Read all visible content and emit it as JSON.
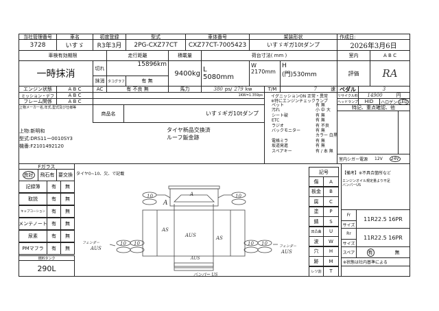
{
  "header": {
    "labels": [
      "当社管理番号",
      "車名",
      "初度登録",
      "型式",
      "車体番号",
      "架装形状",
      "作成日:"
    ],
    "values": [
      "3728",
      "いすゞ",
      "R3年3月",
      "2PG-CXZ77CT",
      "CXZ77CT-7005423",
      "いすゞギガ10tダンプ",
      "2026年3月6日"
    ]
  },
  "row2": {
    "inspection_label": "車検有効期限",
    "mileage_label": "走行距離",
    "load_label": "積載量",
    "bed_label": "荷台寸法( mm )",
    "interior_label": "室内",
    "interior_grade": "A B C",
    "interior_selected": "B"
  },
  "block": {
    "inspection_value": "一時抹消",
    "expired_label": "切れ",
    "mileage": "15896km",
    "cancel_label": "抹消",
    "tacho_label": "タコグラフ",
    "tacho_value": "有 無",
    "load": "9400kg",
    "L_label": "L",
    "L": "5080mm",
    "W_label": "W",
    "W": "2170mm",
    "H_label": "H",
    "H": "(門)530mm",
    "rating_label": "評価",
    "rating": "RA"
  },
  "engine": {
    "label": "エンジン状態",
    "grade": "A B C",
    "ac_label": "AC",
    "ac_value": "有 不良 無",
    "hp_label": "馬力",
    "hp_ps": "380",
    "ps_unit": "ps/",
    "hp_kw": "279",
    "kw_unit": "kw",
    "tm_label": "T/M",
    "speeds": "7",
    "speed_unit": "速",
    "pedal_label": "ペダル",
    "pedal": "3"
  },
  "mission": {
    "label": "ミッション・デフ",
    "grade": "A B C",
    "conversion": "1KW=1.359ps",
    "recycle_label": "リサイクル料",
    "recycle": "14900",
    "yen": "円"
  },
  "frame": {
    "label": "フレーム関係",
    "grade": "A B C",
    "headlamp_label": "ヘッドランプ",
    "hid": "HID",
    "halogen": "ハロゲン",
    "led": "LED"
  },
  "body": {
    "maker_label": "上物メーカー名,年式,型式及び仕様等",
    "product_label": "商品名",
    "product": "いすゞギガ10tダンプ",
    "lines": [
      "上物:新明和",
      "型式:DRS11ー0010SY3",
      "機番:F2101492120"
    ],
    "notes": [
      "タイヤ新品交換済",
      "ルーフ鈑金跡"
    ]
  },
  "equipment": {
    "header": [
      "イグニッションON 正常・異常",
      "※特にエンジンチェックランプ"
    ],
    "items": [
      [
        "ペット",
        "有 無"
      ],
      [
        "汚れ",
        "小 中 大"
      ],
      [
        "シート破",
        "有 無"
      ],
      [
        "ETC",
        "有 無"
      ],
      [
        "ラジオ",
        "有 不良"
      ],
      [
        "バックモニター",
        "有 無"
      ],
      [
        "",
        "カラー 白黒"
      ],
      [
        "電格ミラ",
        "有 無"
      ],
      [
        "坂道発進",
        "有 無"
      ],
      [
        "スペアキー",
        "有 / 本 無"
      ]
    ]
  },
  "special": {
    "label": "特記、重点確認、他",
    "cigar_label": "室内シガー電源",
    "v12": "12V",
    "v24": "24V"
  },
  "glass": {
    "label": "Fガラス",
    "options": [
      "良好",
      "飛石有",
      "要交換"
    ],
    "items": [
      [
        "記録簿",
        "有",
        "無"
      ],
      [
        "取説",
        "有",
        "無"
      ],
      [
        "キャプコーション",
        "有",
        "無"
      ],
      [
        "メンテノート",
        "有",
        "無"
      ],
      [
        "尿素",
        "有",
        "無"
      ],
      [
        "PMマフラ",
        "有",
        "無"
      ]
    ],
    "fuel_label": "燃料タンク",
    "fuel": "290L"
  },
  "diagram": {
    "instruction": "タイヤ0~10、欠、で記載",
    "tire": "10",
    "marks": [
      "A",
      "A",
      "AS",
      "AUS",
      "AS",
      "AUS"
    ],
    "fender_left": "フェンダー",
    "fender_right": "フェンダー",
    "fender_mark": "AUS",
    "bumper": "バンパー US"
  },
  "legend": {
    "title": "記号",
    "items": [
      [
        "傷",
        "A"
      ],
      [
        "板金",
        "B"
      ],
      [
        "腐",
        "C"
      ],
      [
        "塗",
        "P"
      ],
      [
        "錆",
        "S"
      ],
      [
        "凹凸曲",
        "U"
      ],
      [
        "波",
        "W"
      ],
      [
        "穴",
        "H"
      ],
      [
        "跡",
        "M"
      ],
      [
        "レツ割",
        "T"
      ]
    ]
  },
  "remarks": {
    "title": "【備考】※不具合箇所など",
    "lines": [
      "エンジンオイル規定量より不足",
      "バンパーUS"
    ],
    "fr_label": "Fr",
    "rr_label": "Rr",
    "size_label": "サイズ",
    "fr_size": "11R22.5 16PR",
    "rr_size": "11R22.5 16PR",
    "spare_label": "スペア",
    "spare_yes": "有",
    "spare_no": "無",
    "footer": "※状態は社内基準による"
  }
}
